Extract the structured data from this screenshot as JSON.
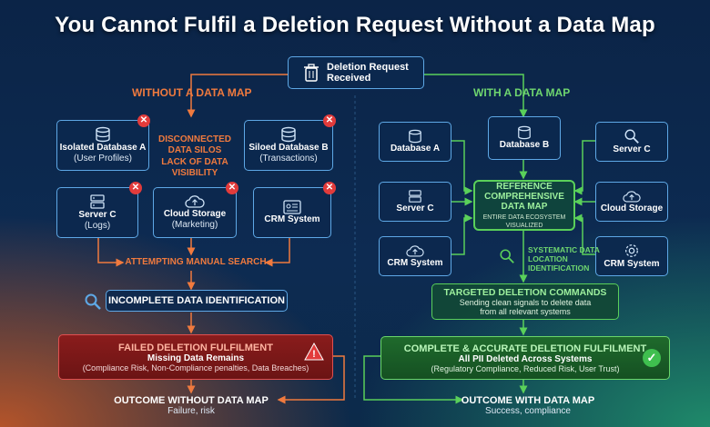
{
  "title": "You Cannot Fulfil a Deletion Request Without a Data Map",
  "top": {
    "label": "Deletion Request Received"
  },
  "left": {
    "heading": "WITHOUT A DATA MAP",
    "silos_text": "DISCONNECTED DATA SILOS",
    "visibility_text": "LACK OF DATA VISIBILITY",
    "sources": [
      {
        "name": "Isolated Database A",
        "sub": "(User Profiles)"
      },
      {
        "name": "Siloed Database B",
        "sub": "(Transactions)"
      },
      {
        "name": "Server C",
        "sub": "(Logs)"
      },
      {
        "name": "Cloud Storage",
        "sub": "(Marketing)"
      },
      {
        "name": "CRM System",
        "sub": ""
      }
    ],
    "manual_search": "ATTEMPTING MANUAL SEARCH",
    "incomplete": "INCOMPLETE DATA IDENTIFICATION",
    "failed_title": "FAILED DELETION FULFILMENT",
    "failed_sub": "Missing Data Remains",
    "failed_detail": "(Compliance Risk, Non-Compliance penalties, Data Breaches)",
    "outcome_title": "OUTCOME WITHOUT DATA MAP",
    "outcome_sub": "Failure, risk"
  },
  "right": {
    "heading": "WITH A DATA MAP",
    "sources": [
      {
        "name": "Database A"
      },
      {
        "name": "Database B"
      },
      {
        "name": "Server C"
      },
      {
        "name": "Server C"
      },
      {
        "name": "Cloud Storage"
      },
      {
        "name": "CRM System"
      },
      {
        "name": "CRM System"
      }
    ],
    "map_title": "REFERENCE COMPREHENSIVE DATA MAP",
    "map_sub": "ENTIRE DATA ECOSYSTEM VISUALIZED",
    "systematic": "SYSTEMATIC DATA LOCATION IDENTIFICATION",
    "targeted_title": "TARGETED DELETION COMMANDS",
    "targeted_sub": "Sending clean signals to delete data from all relevant systems",
    "complete_title": "COMPLETE & ACCURATE DELETION FULFILMENT",
    "complete_sub": "All PII Deleted Across Systems",
    "complete_detail": "(Regulatory Compliance, Reduced Risk, User Trust)",
    "outcome_title": "OUTCOME WITH DATA MAP",
    "outcome_sub": "Success, compliance"
  },
  "colors": {
    "orange": "#f07a3e",
    "green": "#5ad05a",
    "blue": "#5ea8e6",
    "red": "#e23b3b"
  }
}
